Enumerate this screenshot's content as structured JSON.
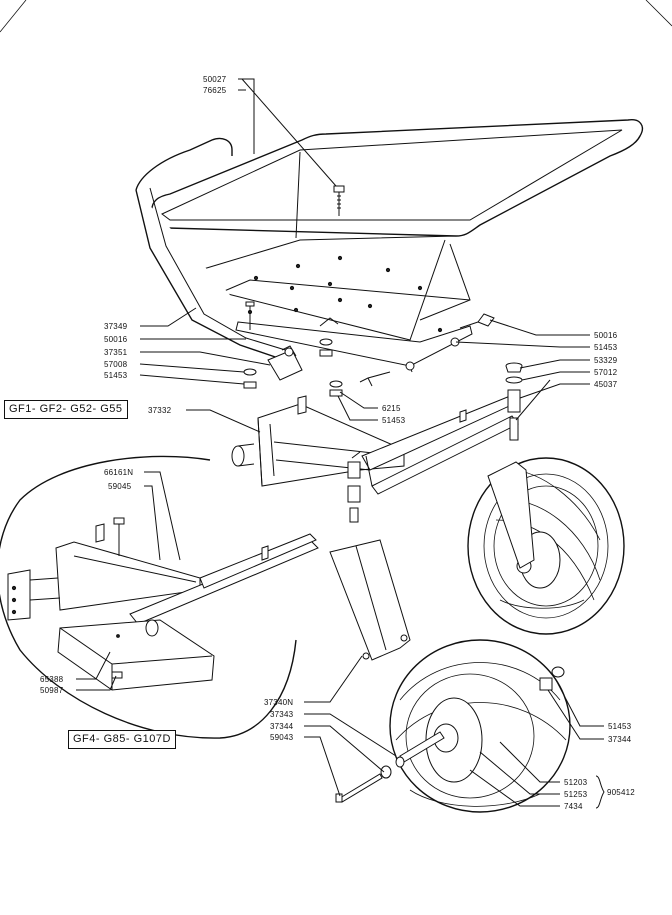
{
  "figure": {
    "kit_labels": {
      "main": "GF1- GF2- G52- G55",
      "inset": "GF4- G85- G107D"
    },
    "parts": {
      "p50027": "50027",
      "p76625": "76625",
      "p37349": "37349",
      "p50016a": "50016",
      "p37351": "37351",
      "p57008": "57008",
      "p51453a": "51453",
      "p50016b": "50016",
      "p51453b": "51453",
      "p53329": "53329",
      "p57012": "57012",
      "p45037": "45037",
      "p6215": "6215",
      "p51453c": "51453",
      "p37332": "37332",
      "p66161N": "66161N",
      "p59045": "59045",
      "p65388": "65388",
      "p50987": "50987",
      "p37340N": "37340N",
      "p37343": "37343",
      "p37344a": "37344",
      "p59043": "59043",
      "p51453d": "51453",
      "p37344b": "37344",
      "p51203": "51203",
      "p51253": "51253",
      "p7434": "7434",
      "p905412": "905412"
    }
  }
}
